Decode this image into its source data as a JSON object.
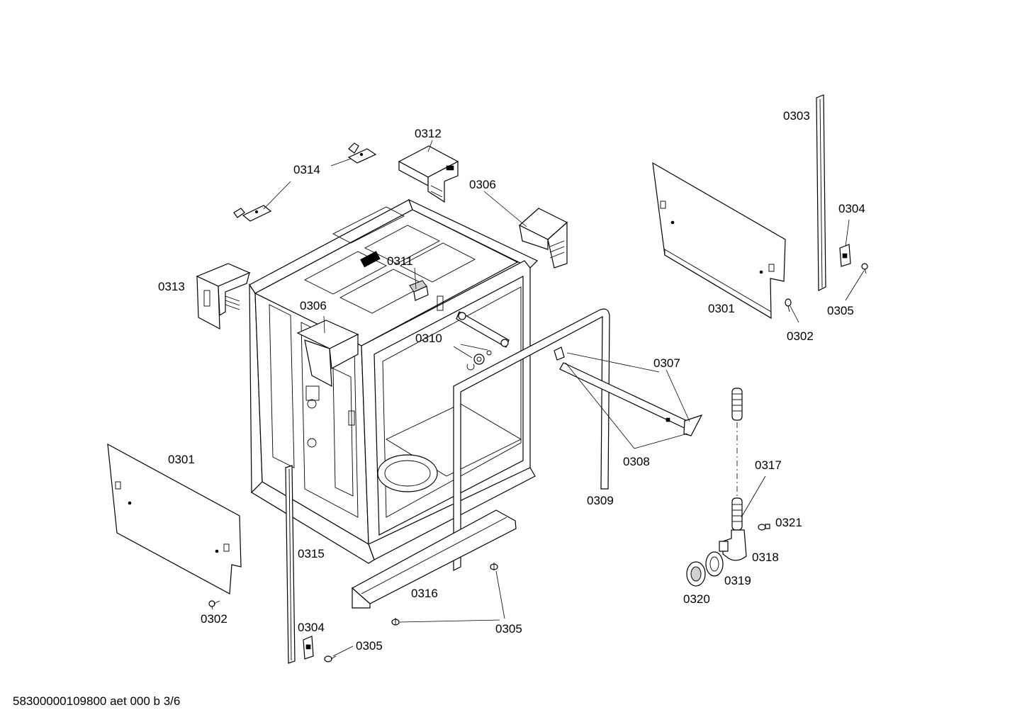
{
  "footer": {
    "drawing_id": "58300000109800 aet 000 b 3/6"
  },
  "callouts": {
    "c0301a": "0301",
    "c0301b": "0301",
    "c0302a": "0302",
    "c0302b": "0302",
    "c0303": "0303",
    "c0304a": "0304",
    "c0304b": "0304",
    "c0305a": "0305",
    "c0305b": "0305",
    "c0305c": "0305",
    "c0306a": "0306",
    "c0306b": "0306",
    "c0307": "0307",
    "c0308": "0308",
    "c0309": "0309",
    "c0310": "0310",
    "c0311": "0311",
    "c0312": "0312",
    "c0313": "0313",
    "c0314": "0314",
    "c0315": "0315",
    "c0316": "0316",
    "c0317": "0317",
    "c0318": "0318",
    "c0319": "0319",
    "c0320": "0320",
    "c0321": "0321"
  }
}
